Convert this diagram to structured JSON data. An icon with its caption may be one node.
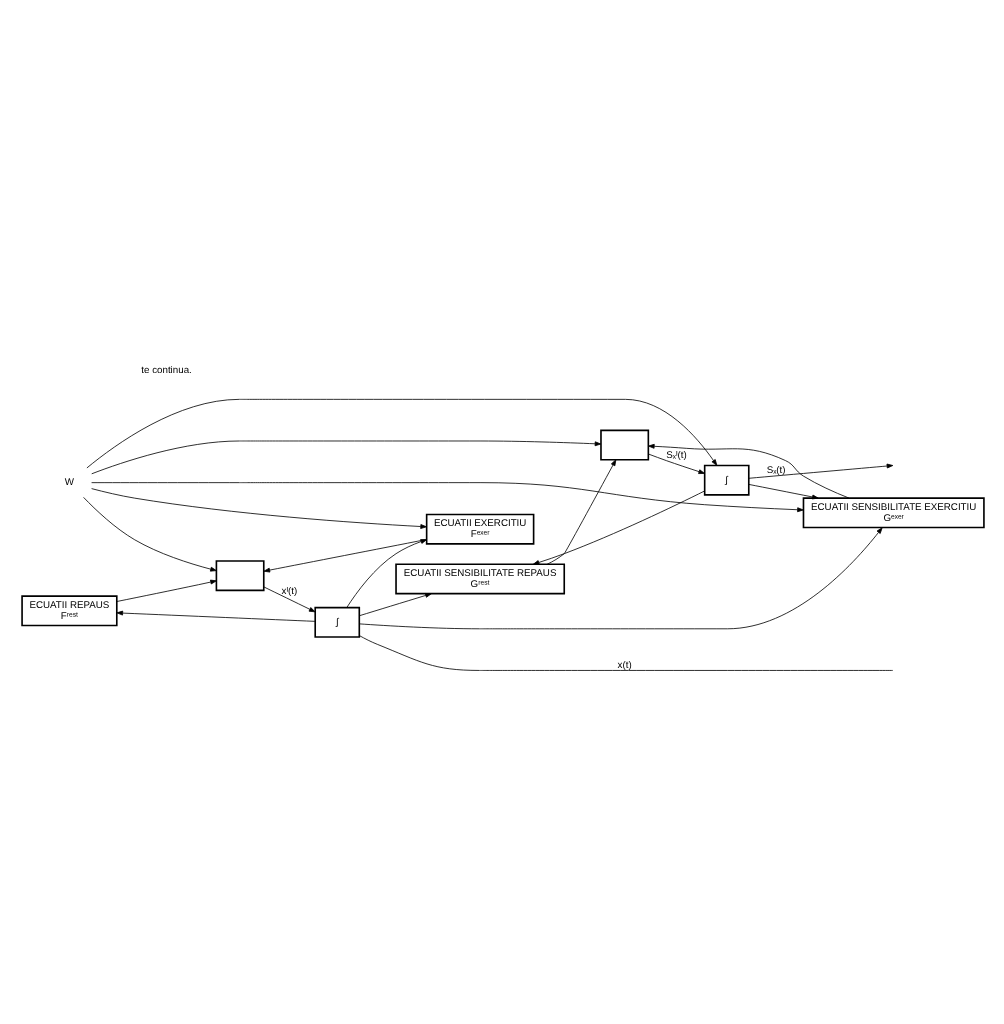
{
  "diagram": {
    "nodes": [
      {
        "text": [
          "ECUATII REPAUS",
          "Fʳᵉˢᵗ"
        ]
      },
      {
        "text": [],
        "shape": "box"
      },
      {
        "text": [
          "∫"
        ]
      },
      {
        "text": [
          "ECUATII EXERCITIU",
          "Fᵉˣᵉʳ"
        ]
      },
      {
        "text": [
          "ECUATII SENSIBILITATE REPAUS",
          "Gʳᵉˢᵗ"
        ]
      },
      {
        "text": [],
        "shape": "box"
      },
      {
        "text": [
          "∫"
        ]
      },
      {
        "text": [
          "ECUATII SENSIBILITATE EXERCITIU",
          "Gᵉˣᵉʳ"
        ]
      },
      {
        "text": [
          "W"
        ]
      }
    ],
    "edges": [
      {
        "from": 0,
        "to": 1,
        "arrow": "to"
      },
      {
        "from": 8,
        "to": 1,
        "arrow": "to"
      },
      {
        "from": 3,
        "to": 1,
        "arrow": "to"
      },
      {
        "from": 1,
        "to": 2,
        "arrow": "to",
        "label": "xᴵ(t)"
      },
      {
        "from": 2,
        "to": null,
        "arrow": "none",
        "label": "x(t)"
      },
      {
        "from": 2,
        "to": 0,
        "arrow": "to"
      },
      {
        "from": 2,
        "to": 3,
        "arrow": "to"
      },
      {
        "from": 2,
        "to": 4,
        "arrow": "to"
      },
      {
        "from": 2,
        "to": 7,
        "arrow": "to"
      },
      {
        "from": 8,
        "to": 3,
        "arrow": "to"
      },
      {
        "from": 8,
        "to": 6,
        "arrow": "to"
      },
      {
        "from": 8,
        "to": 7,
        "arrow": "to"
      },
      {
        "from": 4,
        "to": 5,
        "arrow": "to"
      },
      {
        "from": 8,
        "to": 5,
        "arrow": "to"
      },
      {
        "from": 7,
        "to": 5,
        "arrow": "to"
      },
      {
        "from": 5,
        "to": 6,
        "arrow": "to",
        "label": "Sₓᴵ(t)"
      },
      {
        "from": 6,
        "to": null,
        "arrow": "to",
        "label": "Sₓ(t)"
      },
      {
        "from": 6,
        "to": 4,
        "arrow": "to"
      },
      {
        "from": 6,
        "to": 7,
        "arrow": "to"
      }
    ],
    "labels": [
      "te continua."
    ]
  }
}
